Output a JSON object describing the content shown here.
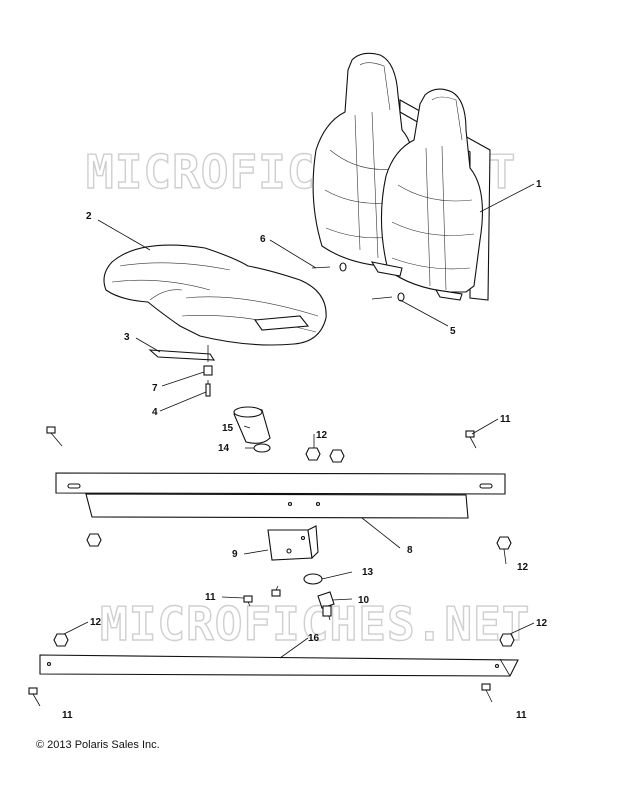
{
  "watermark": {
    "text_top": "MICROFICHES.NET",
    "text_bottom": "MICROFICHES.NET"
  },
  "callouts": [
    {
      "id": "1",
      "label": "1"
    },
    {
      "id": "2",
      "label": "2"
    },
    {
      "id": "3",
      "label": "3"
    },
    {
      "id": "4",
      "label": "4"
    },
    {
      "id": "5",
      "label": "5"
    },
    {
      "id": "6",
      "label": "6"
    },
    {
      "id": "7",
      "label": "7"
    },
    {
      "id": "8",
      "label": "8"
    },
    {
      "id": "9",
      "label": "9"
    },
    {
      "id": "10",
      "label": "10"
    },
    {
      "id": "11a",
      "label": "11"
    },
    {
      "id": "11b",
      "label": "11"
    },
    {
      "id": "11c",
      "label": "11"
    },
    {
      "id": "11d",
      "label": "11"
    },
    {
      "id": "12a",
      "label": "12"
    },
    {
      "id": "12b",
      "label": "12"
    },
    {
      "id": "12c",
      "label": "12"
    },
    {
      "id": "12d",
      "label": "12"
    },
    {
      "id": "13",
      "label": "13"
    },
    {
      "id": "14",
      "label": "14"
    },
    {
      "id": "15",
      "label": "15"
    },
    {
      "id": "16",
      "label": "16"
    }
  ],
  "copyright": "© 2013 Polaris Sales Inc."
}
